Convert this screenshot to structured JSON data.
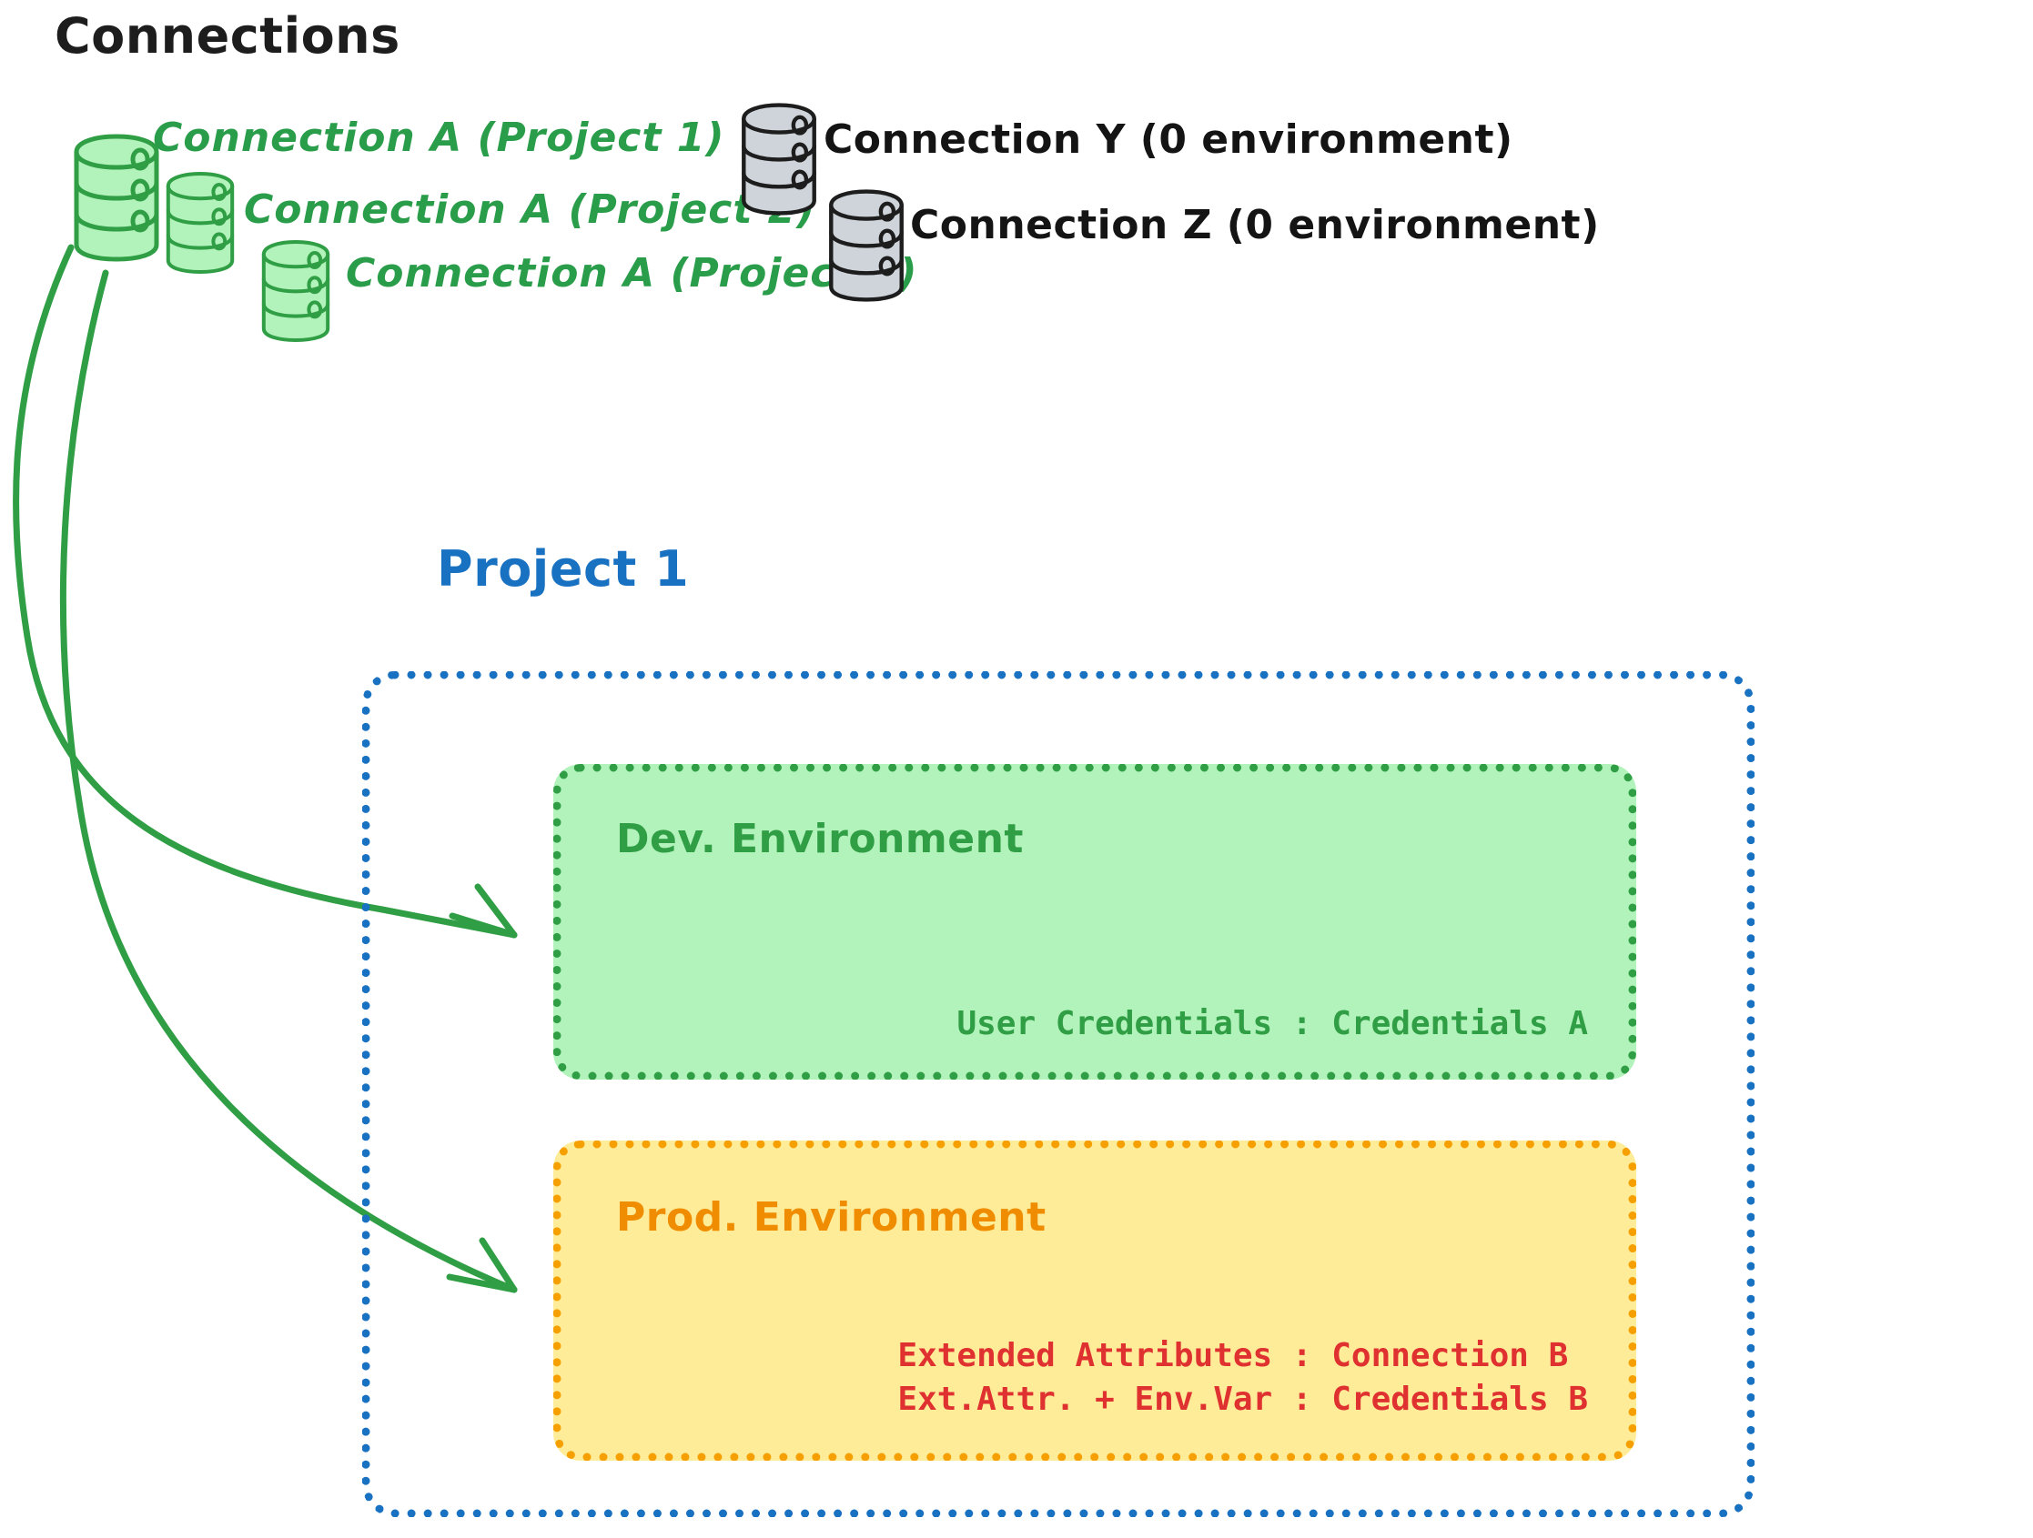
{
  "title": "Connections",
  "connections": {
    "green": [
      {
        "label": "Connection A (Project 1)",
        "icon": "database-icon",
        "color": "#2f9e44"
      },
      {
        "label": "Connection A (Project 2)",
        "icon": "database-icon",
        "color": "#2f9e44"
      },
      {
        "label": "Connection A (Project 3)",
        "icon": "database-icon",
        "color": "#2f9e44"
      }
    ],
    "gray": [
      {
        "label": "Connection Y (0 environment)",
        "icon": "database-icon",
        "color": "#141414"
      },
      {
        "label": "Connection Z (0 environment)",
        "icon": "database-icon",
        "color": "#141414"
      }
    ]
  },
  "project": {
    "title": "Project 1",
    "color": "#1971c2",
    "environments": [
      {
        "name": "Dev. Environment",
        "accent": "#2f9e44",
        "fill": "#b2f2bb",
        "rows": [
          "User Credentials : Credentials A"
        ]
      },
      {
        "name": "Prod. Environment",
        "accent": "#f59f00",
        "fill": "#ffec99",
        "rows": [
          "Extended Attributes : Connection B",
          "Ext.Attr. + Env.Var : Credentials B"
        ]
      }
    ]
  },
  "arrows": [
    {
      "name": "arrow-connection-a-to-dev-environment",
      "color": "#2f9e44"
    },
    {
      "name": "arrow-connection-a-to-prod-environment",
      "color": "#2f9e44"
    }
  ]
}
